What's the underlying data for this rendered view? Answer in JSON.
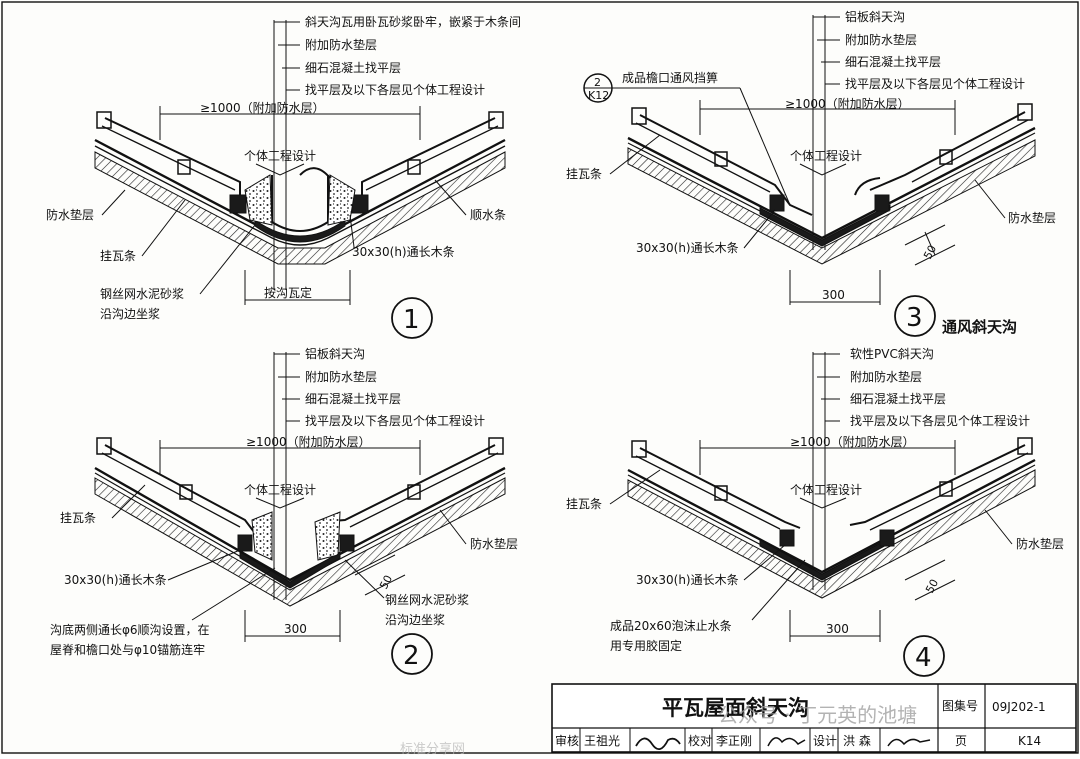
{
  "details": [
    {
      "number": "1",
      "subtitle": "",
      "top_labels": [
        "斜天沟瓦用卧瓦砂浆卧牢，嵌紧于木条间",
        "附加防水垫层",
        "细石混凝土找平层",
        "找平层及以下各层见个体工程设计"
      ],
      "width_label": "≥1000（附加防水层）",
      "center_label": "个体工程设计",
      "left_labels": [
        "防水垫层",
        "挂瓦条",
        "钢丝网水泥砂浆",
        "沿沟边坐浆"
      ],
      "right_labels": [
        "顺水条",
        "30x30(h)通长木条"
      ],
      "bottom_dim": "按沟瓦定",
      "side_dim": "",
      "ref_mark": {
        "top": "",
        "bottom": "",
        "text": ""
      }
    },
    {
      "number": "3",
      "subtitle": "通风斜天沟",
      "top_labels": [
        "铝板斜天沟",
        "附加防水垫层",
        "细石混凝土找平层",
        "找平层及以下各层见个体工程设计"
      ],
      "width_label": "≥1000（附加防水层）",
      "center_label": "个体工程设计",
      "left_labels": [
        "挂瓦条",
        "30x30(h)通长木条"
      ],
      "right_labels": [
        "防水垫层"
      ],
      "bottom_dim": "300",
      "side_dim": "50",
      "ref_mark": {
        "top": "2",
        "bottom": "K12",
        "text": "成品檐口通风挡箅"
      }
    },
    {
      "number": "2",
      "subtitle": "",
      "top_labels": [
        "铝板斜天沟",
        "附加防水垫层",
        "细石混凝土找平层",
        "找平层及以下各层见个体工程设计"
      ],
      "width_label": "≥1000（附加防水层）",
      "center_label": "个体工程设计",
      "left_labels": [
        "挂瓦条",
        "30x30(h)通长木条",
        "沟底两侧通长φ6顺沟设置，在",
        "屋脊和檐口处与φ10锚筋连牢"
      ],
      "right_labels": [
        "防水垫层",
        "钢丝网水泥砂浆",
        "沿沟边坐浆"
      ],
      "bottom_dim": "300",
      "side_dim": "50",
      "ref_mark": {
        "top": "",
        "bottom": "",
        "text": ""
      }
    },
    {
      "number": "4",
      "subtitle": "",
      "top_labels": [
        "软性PVC斜天沟",
        "附加防水垫层",
        "细石混凝土找平层",
        "找平层及以下各层见个体工程设计"
      ],
      "width_label": "≥1000（附加防水层）",
      "center_label": "个体工程设计",
      "left_labels": [
        "挂瓦条",
        "30x30(h)通长木条",
        "成品20x60泡沫止水条",
        "用专用胶固定"
      ],
      "right_labels": [
        "防水垫层"
      ],
      "bottom_dim": "300",
      "side_dim": "50",
      "ref_mark": {
        "top": "",
        "bottom": "",
        "text": ""
      }
    }
  ],
  "title_block": {
    "title": "平瓦屋面斜天沟",
    "atlas_label": "图集号",
    "atlas_no": "09J202-1",
    "review_label": "审核",
    "review_name": "王祖光",
    "check_label": "校对",
    "check_name": "李正刚",
    "design_label": "设计",
    "design_name": "洪 森",
    "page_label": "页",
    "page_no": "K14"
  },
  "watermark": "公众号 · 丁元英的池塘",
  "footer_watermark": "标准分享网"
}
